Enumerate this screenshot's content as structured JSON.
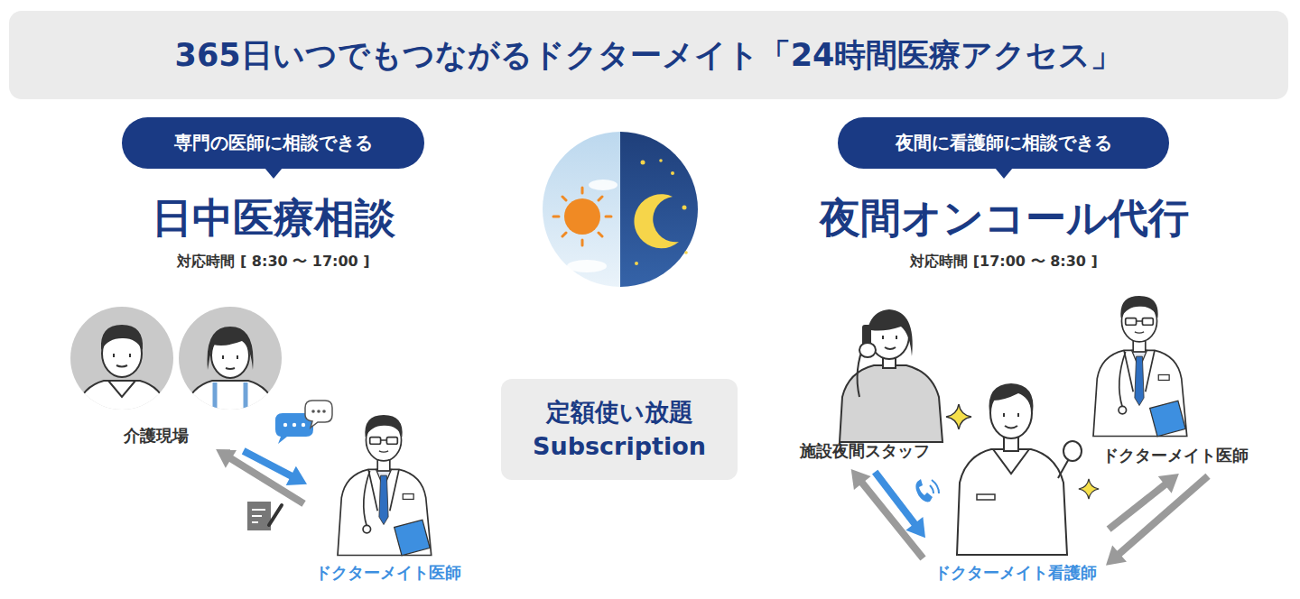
{
  "diagram": {
    "title": "365日いつでもつながるドクターメイト「24時間医療アクセス」",
    "nodes": [
      {
        "text": [
          "専門の医師に相談できる"
        ]
      },
      {
        "text": [
          "夜間に看護師に相談できる"
        ]
      },
      {
        "text": [
          "定額使い放題 Subscription"
        ]
      },
      {
        "text": [
          "介護現場"
        ]
      },
      {
        "text": [
          "ドクターメイト医師"
        ]
      },
      {
        "text": [
          "施設夜間スタッフ"
        ]
      },
      {
        "text": [
          "ドクターメイト看護師"
        ]
      },
      {
        "text": [
          "ドクターメイト医師"
        ]
      }
    ],
    "edges": [
      {
        "from": 3,
        "to": 4,
        "arrow": "to"
      },
      {
        "from": 4,
        "to": 3,
        "arrow": "to"
      },
      {
        "from": 5,
        "to": 6,
        "arrow": "to"
      },
      {
        "from": 6,
        "to": 5,
        "arrow": "to"
      },
      {
        "from": 6,
        "to": 7,
        "arrow": "to"
      },
      {
        "from": 7,
        "to": 6,
        "arrow": "to"
      }
    ],
    "labels": [
      "日中医療相談",
      "対応時間 [ 8:30 〜 17:00 ]",
      "夜間オンコール代行",
      "対応時間 [17:00 〜 8:30 ]"
    ]
  }
}
